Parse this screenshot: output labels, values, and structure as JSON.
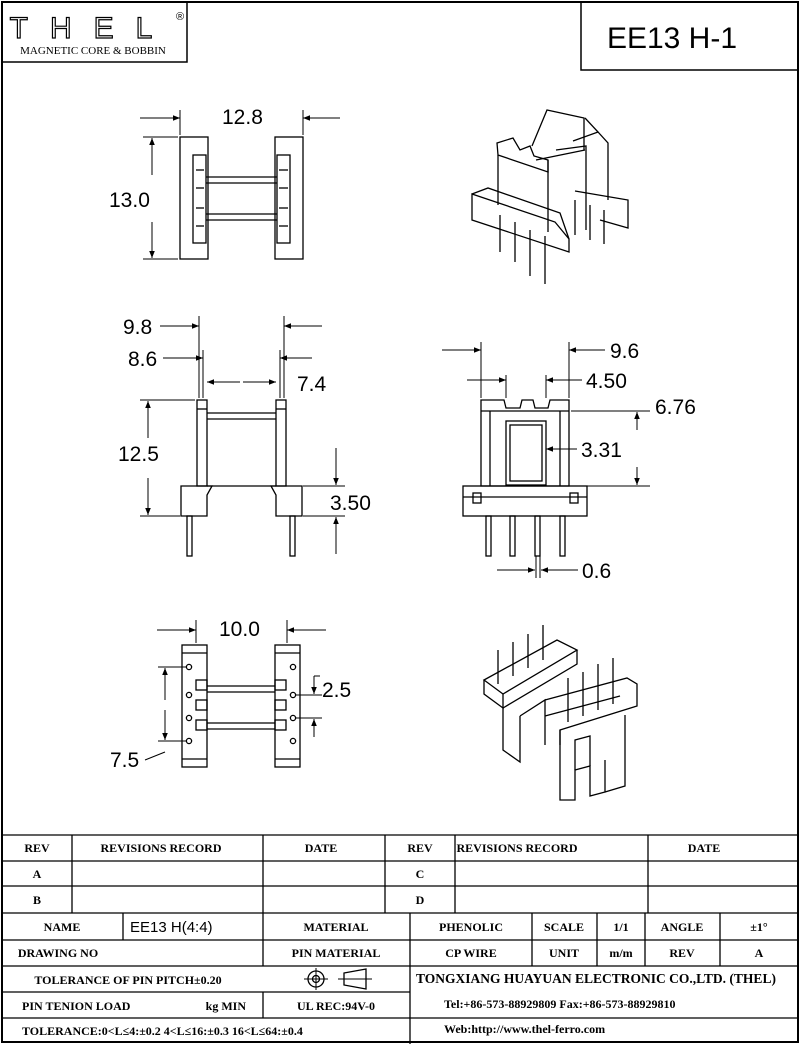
{
  "header": {
    "logo_text": "THEL",
    "registered": "®",
    "logo_subtitle": "MAGNETIC CORE & BOBBIN",
    "part_title": "EE13 H-1"
  },
  "dimensions": {
    "top_width": "12.8",
    "top_height": "13.0",
    "front_outer": "9.8",
    "front_inner": "8.6",
    "front_gap": "7.4",
    "front_height": "12.5",
    "front_base": "3.50",
    "side_outer": "9.6",
    "side_inner": "4.50",
    "side_height": "6.76",
    "side_window": "3.31",
    "pin_dia": "0.6",
    "bottom_width": "10.0",
    "pin_pitch": "2.5",
    "pin_span": "7.5"
  },
  "revisions": {
    "headers": [
      "REV",
      "REVISIONS RECORD",
      "DATE",
      "REV",
      "REVISIONS RECORD",
      "DATE"
    ],
    "rows": [
      [
        "A",
        "",
        "",
        "C",
        "",
        ""
      ],
      [
        "B",
        "",
        "",
        "D",
        "",
        ""
      ]
    ]
  },
  "spec": {
    "name_label": "NAME",
    "name_value": "EE13 H(4:4)",
    "material_label": "MATERIAL",
    "material_value": "PHENOLIC",
    "scale_label": "SCALE",
    "scale_value": "1/1",
    "angle_label": "ANGLE",
    "angle_value": "±1°",
    "drawing_no_label": "DRAWING NO",
    "pin_material_label": "PIN MATERIAL",
    "pin_material_value": "CP WIRE",
    "unit_label": "UNIT",
    "unit_value": "m/m",
    "rev_label": "REV",
    "rev_value": "A",
    "tolerance_pitch": "TOLERANCE OF PIN PITCH±0.20",
    "company": "TONGXIANG HUAYUAN ELECTRONIC CO.,LTD. (THEL)",
    "pin_tension_label": "PIN TENION LOAD",
    "pin_tension_unit": "kg MIN",
    "ul_rec": "UL REC:94V-0",
    "tel": "Tel:+86-573-88929809 Fax:+86-573-88929810",
    "tolerance": "TOLERANCE:0<L≤4:±0.2  4<L≤16:±0.3  16<L≤64:±0.4",
    "web": "Web:http://www.thel-ferro.com"
  }
}
